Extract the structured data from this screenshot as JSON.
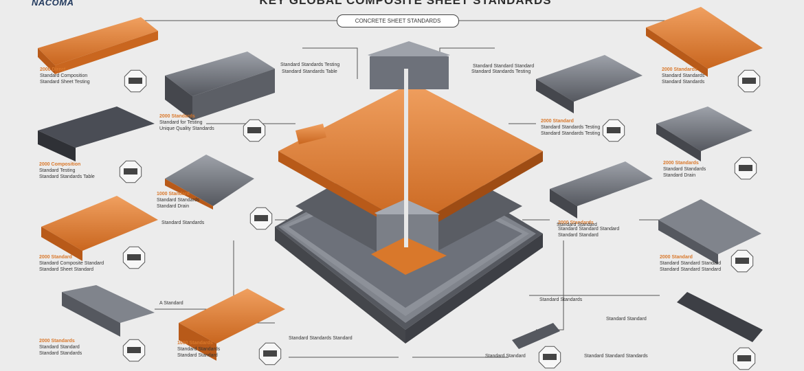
{
  "title": "KEY GLOBAL COMPOSITE SHEET STANDARDS",
  "subtitle": "CONCRETE SHEET STANDARDS",
  "logo": "NACOMA",
  "colors": {
    "background": "#ececec",
    "orange": "#d9782b",
    "gray": "#6d717a",
    "dark": "#3d3f45",
    "line": "#555555"
  },
  "icons": [
    "logo-icon",
    "badge-icon",
    "center-stack-graphic"
  ],
  "labels": [
    {
      "heading": "2000 Direct",
      "lines": [
        "Standard Composition",
        "Standard Sheet Testing"
      ]
    },
    {
      "heading": "2000 Standards",
      "lines": [
        "Standard for Testing",
        "Unique Quality Standards"
      ]
    },
    {
      "heading": "2000 Composition",
      "lines": [
        "Standard Testing",
        "Standard Standards Table"
      ]
    },
    {
      "heading": "1000 Standard",
      "lines": [
        "Standard Standards",
        "Standard Drain"
      ]
    },
    {
      "heading": "2000 Standard",
      "lines": [
        "Standard Composite Standard",
        "Standard Sheet Standard"
      ]
    },
    {
      "heading": "2000 Standards",
      "lines": [
        "Standard Standard",
        "Standard Standards"
      ]
    },
    {
      "heading": "1000 Standards",
      "lines": [
        "Standard Standards",
        "Standard Standard"
      ]
    },
    {
      "heading": "2000 Standards",
      "lines": [
        "Standard Standards",
        "Standard Standards"
      ]
    },
    {
      "heading": "2000 Standard",
      "lines": [
        "Standard Standards Testing",
        "Standard Standards Testing"
      ]
    },
    {
      "heading": "2000 Standards",
      "lines": [
        "Standard Standards",
        "Standard Drain"
      ]
    },
    {
      "heading": "2000 Standards",
      "lines": [
        "Standard Standard Standard",
        "Standard Standard"
      ]
    },
    {
      "heading": "2000 Standard",
      "lines": [
        "Standard Standard Standard",
        "Standard Standard Standard"
      ]
    }
  ],
  "callouts": [
    "Standard Standards Testing",
    "Standard Standard Standard",
    "Standard Standards Table",
    "Standard Standards Testing",
    "Standard Standards",
    "Standard Standard",
    "A Standard",
    "Standard Standards",
    "Standard Standards Standard",
    "Standard Standard",
    "Standard Standard",
    "Standard Standard Standards"
  ]
}
